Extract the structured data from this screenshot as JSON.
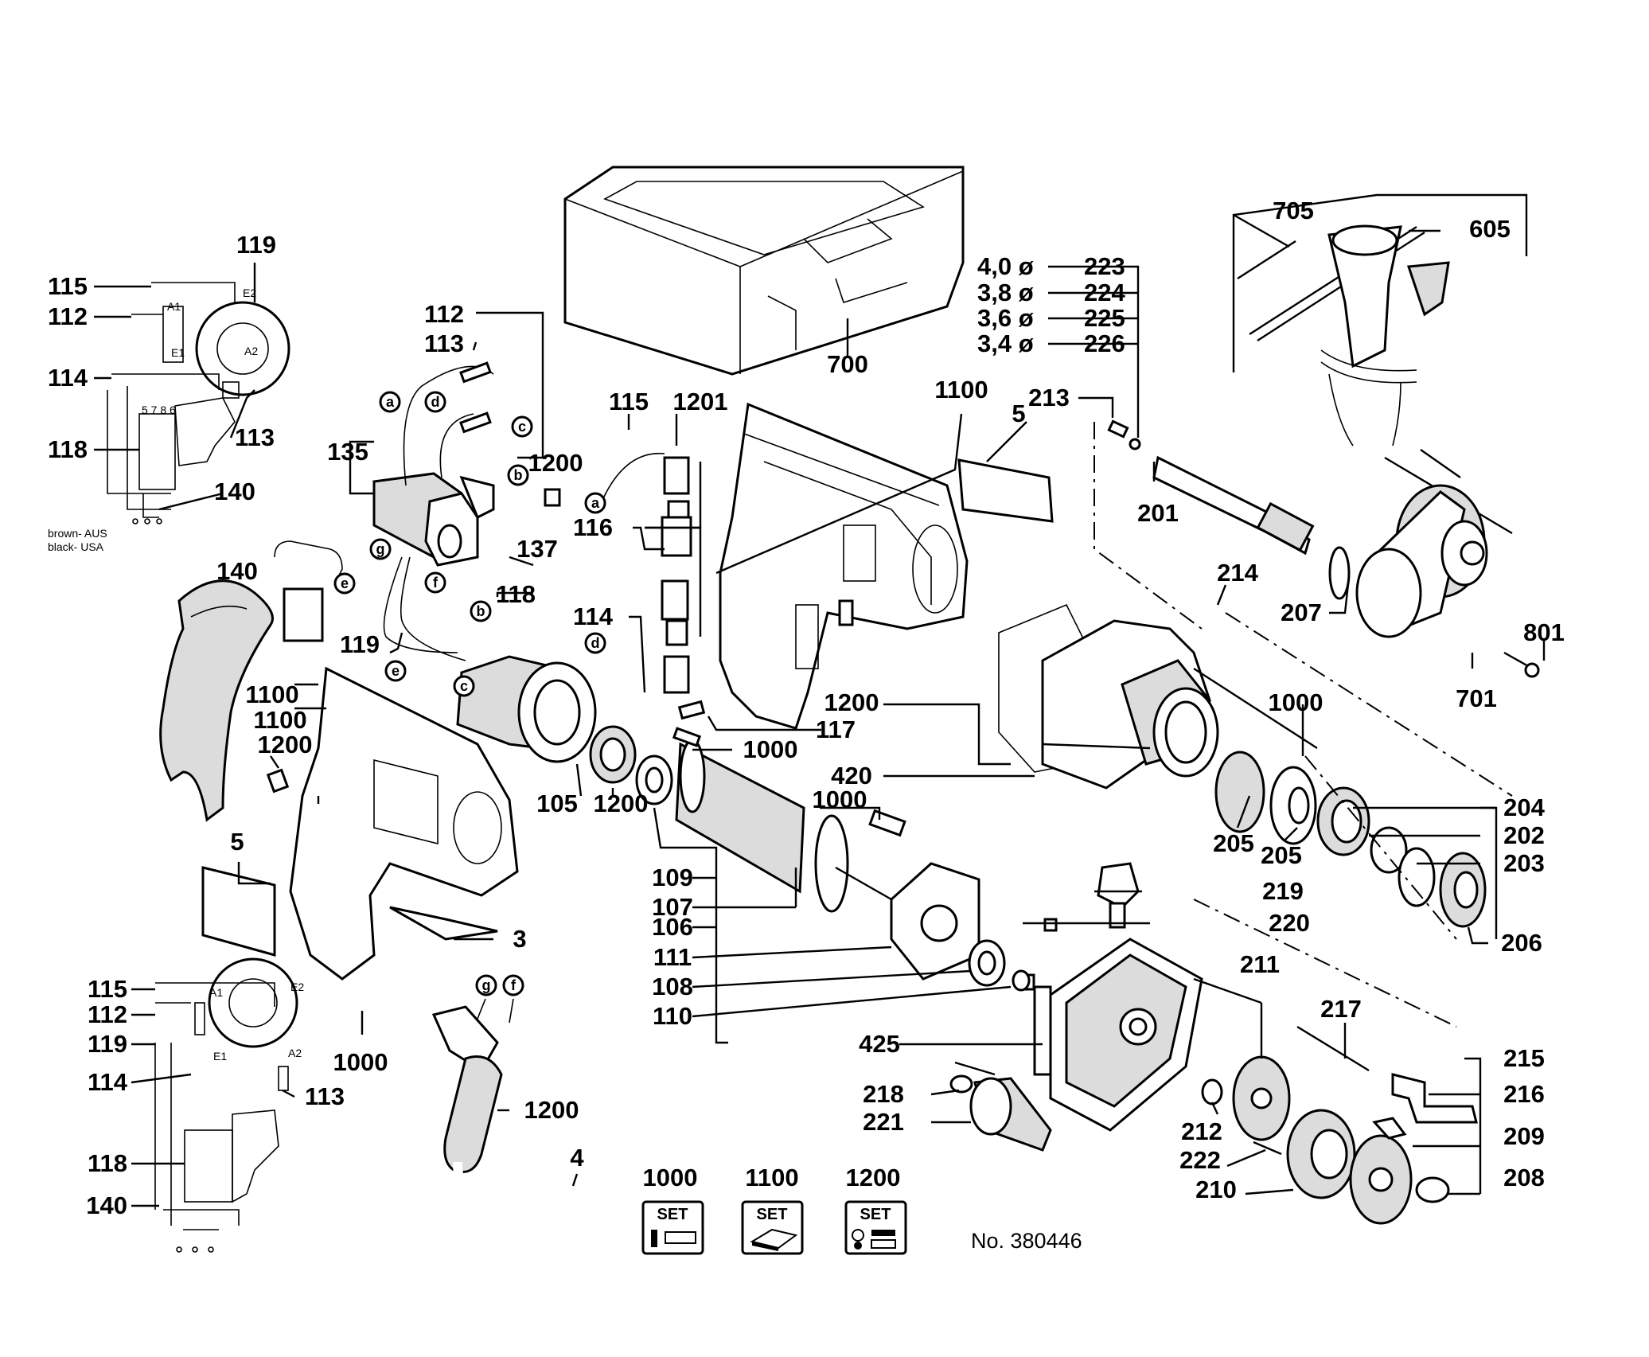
{
  "title": "No. 380446",
  "wiring_note": [
    "brown- AUS",
    "black- USA"
  ],
  "wiring_terminals": [
    "A1",
    "E2",
    "E1",
    "A2"
  ],
  "switch_pins": "5 7 8 6",
  "wire_letters": [
    "a",
    "b",
    "c",
    "d",
    "e",
    "f",
    "g"
  ],
  "sets": [
    {
      "number": "1000",
      "badge": "SET",
      "icon": "screws-icon"
    },
    {
      "number": "1100",
      "badge": "SET",
      "icon": "housing-set-icon"
    },
    {
      "number": "1200",
      "badge": "SET",
      "icon": "small-parts-icon"
    }
  ],
  "shim_sizes": [
    {
      "size": "4,0 ø",
      "part": "223"
    },
    {
      "size": "3,8 ø",
      "part": "224"
    },
    {
      "size": "3,6 ø",
      "part": "225"
    },
    {
      "size": "3,4 ø",
      "part": "226"
    }
  ],
  "part_numbers": [
    "3",
    "4",
    "5",
    "105",
    "106",
    "107",
    "108",
    "109",
    "110",
    "111",
    "112",
    "113",
    "114",
    "115",
    "116",
    "117",
    "118",
    "119",
    "135",
    "137",
    "140",
    "201",
    "202",
    "203",
    "204",
    "205",
    "206",
    "207",
    "208",
    "209",
    "210",
    "211",
    "212",
    "213",
    "214",
    "215",
    "216",
    "217",
    "218",
    "219",
    "220",
    "221",
    "222",
    "223",
    "224",
    "225",
    "226",
    "420",
    "425",
    "605",
    "700",
    "701",
    "705",
    "801",
    "1000",
    "1100",
    "1200",
    "1201"
  ],
  "labels": {
    "wiring_top": [
      "119",
      "115",
      "112",
      "114",
      "118",
      "113",
      "140"
    ],
    "wiring_bottom": [
      "115",
      "112",
      "119",
      "114",
      "113",
      "118",
      "140"
    ],
    "switch": [
      "112",
      "113",
      "135",
      "137",
      "1200",
      "118",
      "119",
      "140"
    ],
    "housing_left": [
      "1100",
      "1100",
      "1200",
      "5",
      "3",
      "1000",
      "105",
      "1200",
      "4",
      "1200"
    ],
    "brushes": [
      "115",
      "1201",
      "116",
      "114",
      "117",
      "1000"
    ],
    "case": [
      "700",
      "1100",
      "5"
    ],
    "armature": [
      "109",
      "107",
      "106",
      "111",
      "108",
      "110",
      "1000"
    ],
    "gear_housing": [
      "213",
      "201",
      "214",
      "1000",
      "1200",
      "420",
      "205",
      "205",
      "219",
      "220",
      "425",
      "218",
      "221",
      "212",
      "211",
      "217",
      "222",
      "210"
    ],
    "right_column": [
      "204",
      "202",
      "203",
      "206",
      "215",
      "216",
      "209",
      "208"
    ],
    "chuck": [
      "705",
      "605",
      "207",
      "801",
      "701"
    ]
  }
}
